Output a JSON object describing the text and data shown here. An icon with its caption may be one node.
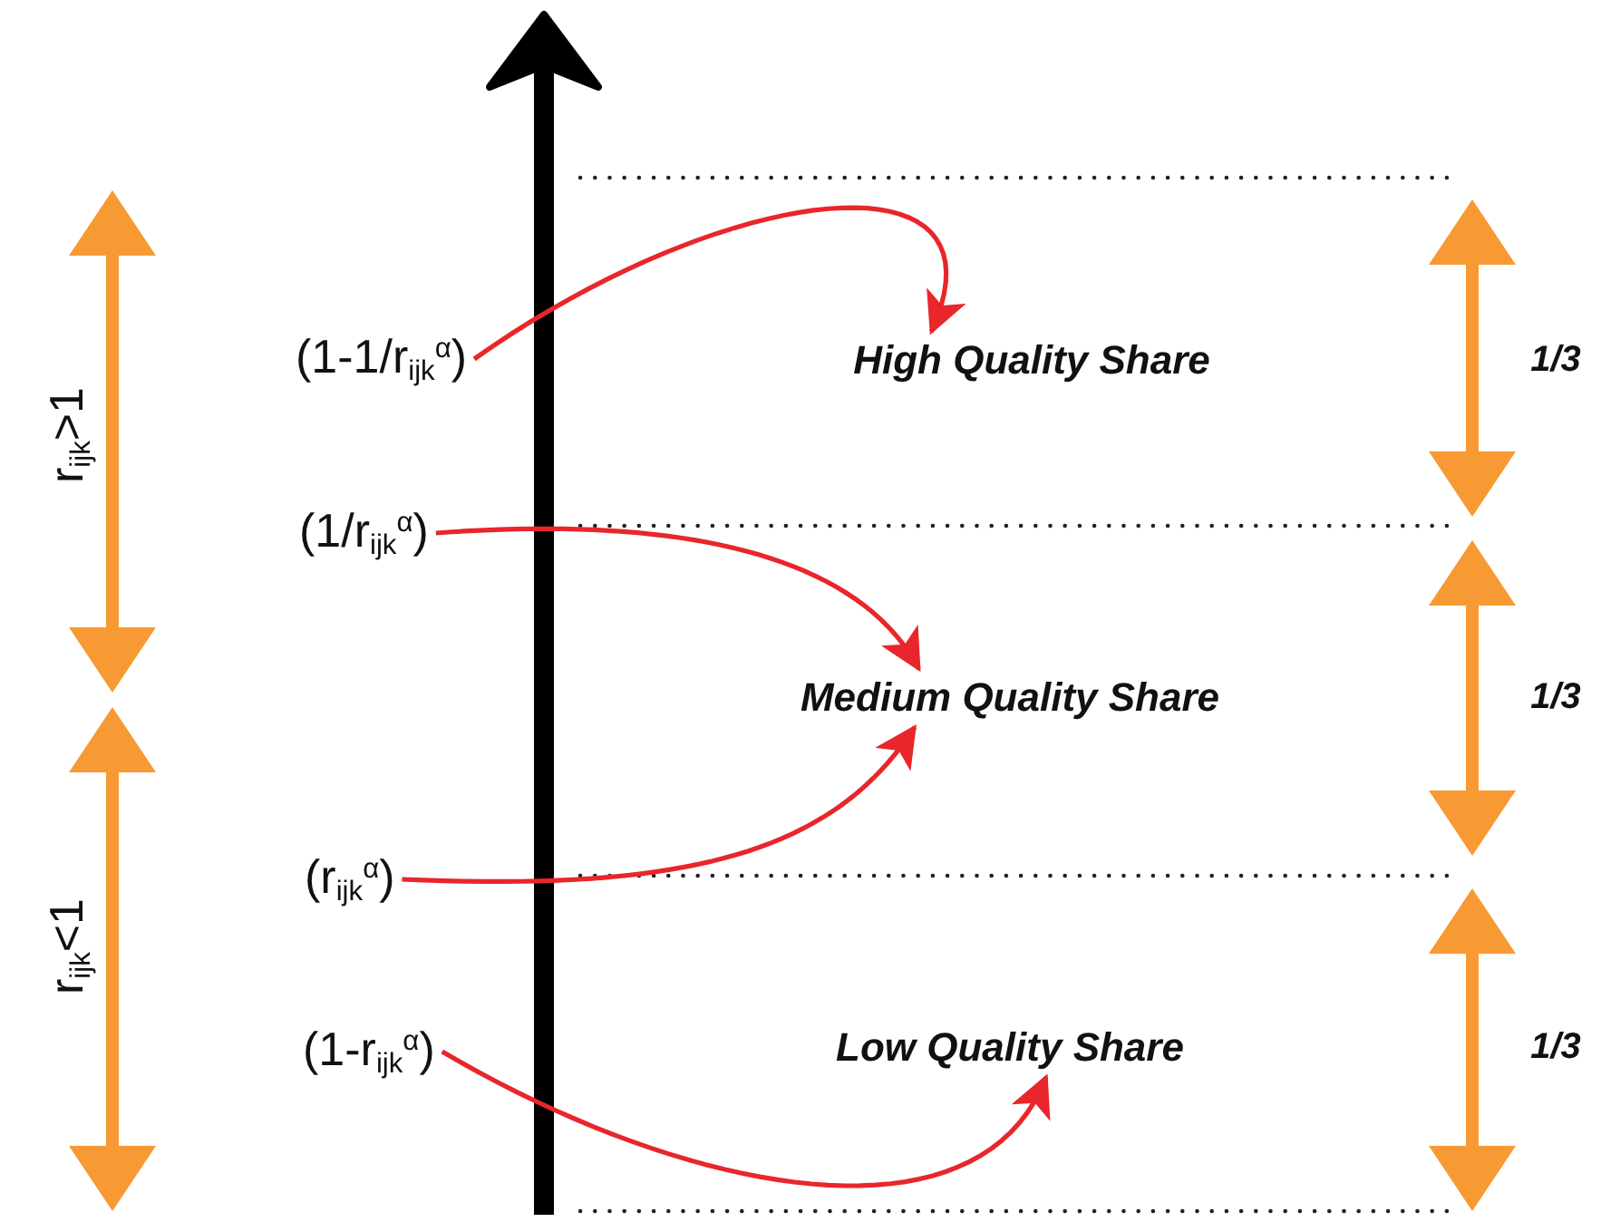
{
  "diagram": {
    "nodes": [
      {
        "text": [
          "(1-1/r$_{ijk}$$^{α}$)"
        ]
      },
      {
        "text": [
          "(1/r$_{ijk}$$^{α}$)"
        ]
      },
      {
        "text": [
          "(r$_{ijk}$$^{α}$)"
        ]
      },
      {
        "text": [
          "(1-r$_{ijk}$$^{α}$)"
        ]
      },
      {
        "text": [
          "High Quality Share"
        ]
      },
      {
        "text": [
          "Medium Quality Share"
        ]
      },
      {
        "text": [
          "Low Quality Share"
        ]
      }
    ],
    "edges": [
      {
        "from": 0,
        "to": 4,
        "arrow": "to"
      },
      {
        "from": 1,
        "to": 5,
        "arrow": "to"
      },
      {
        "from": 2,
        "to": 5,
        "arrow": "to"
      },
      {
        "from": 3,
        "to": 6,
        "arrow": "to"
      }
    ],
    "labels": [
      "r$_{ijk}$>1",
      "r$_{ijk}$<1",
      "1/3",
      "1/3",
      "1/3"
    ]
  }
}
